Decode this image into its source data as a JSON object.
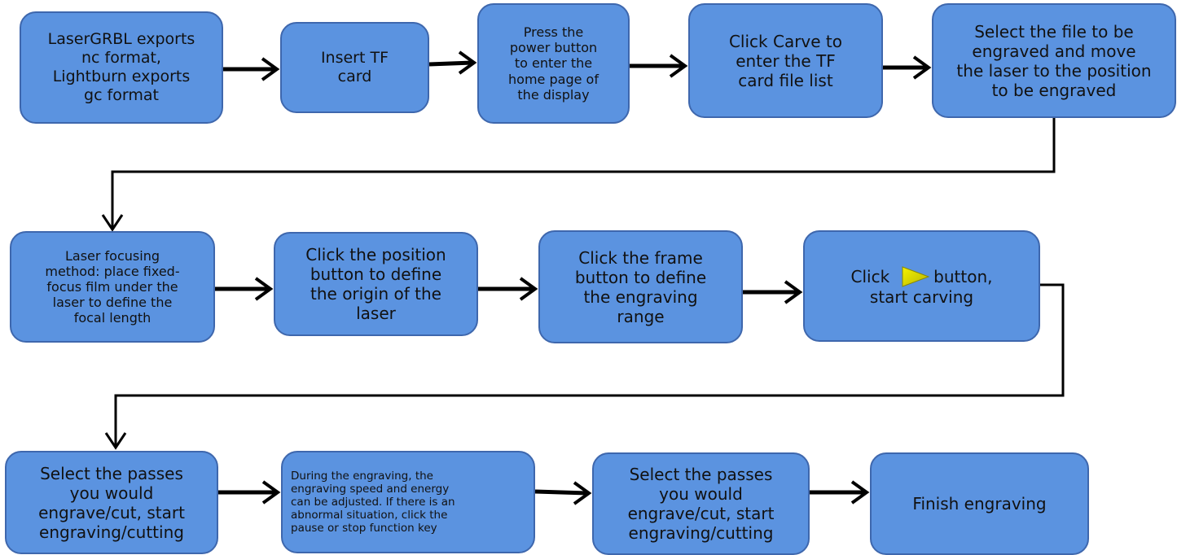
{
  "steps": {
    "s1": "LaserGRBL exports\nnc format,\nLightburn exports\ngc format",
    "s2": "Insert TF\ncard",
    "s3": "Press the\npower button\nto enter the\nhome page of\nthe display",
    "s4": "Click Carve to\nenter the TF\ncard file list",
    "s5": "Select the file to be\nengraved and move\nthe laser to the position\nto be engraved",
    "s6": "Laser focusing\nmethod: place fixed-\nfocus film under the\nlaser to define the\nfocal length",
    "s7": "Click the position\nbutton to define\nthe origin of the\nlaser",
    "s8": "Click the frame\nbutton to define\nthe engraving\nrange",
    "s9": {
      "before_icon": "Click",
      "after_icon": "button,",
      "line2": "start carving",
      "icon": "play-triangle-icon"
    },
    "s10": "Select the passes\nyou would\nengrave/cut, start\nengraving/cutting",
    "s11": "During the engraving, the\nengraving speed and energy\ncan be adjusted. If there is an\nabnormal situation, click the\npause or stop function key",
    "s12": "Select the passes\nyou would\nengrave/cut, start\nengraving/cutting",
    "s13": "Finish engraving"
  },
  "colors": {
    "box_fill": "#5b93e0",
    "box_border": "#3e67ad",
    "arrow": "#000000",
    "play_icon": "#e5e000"
  }
}
